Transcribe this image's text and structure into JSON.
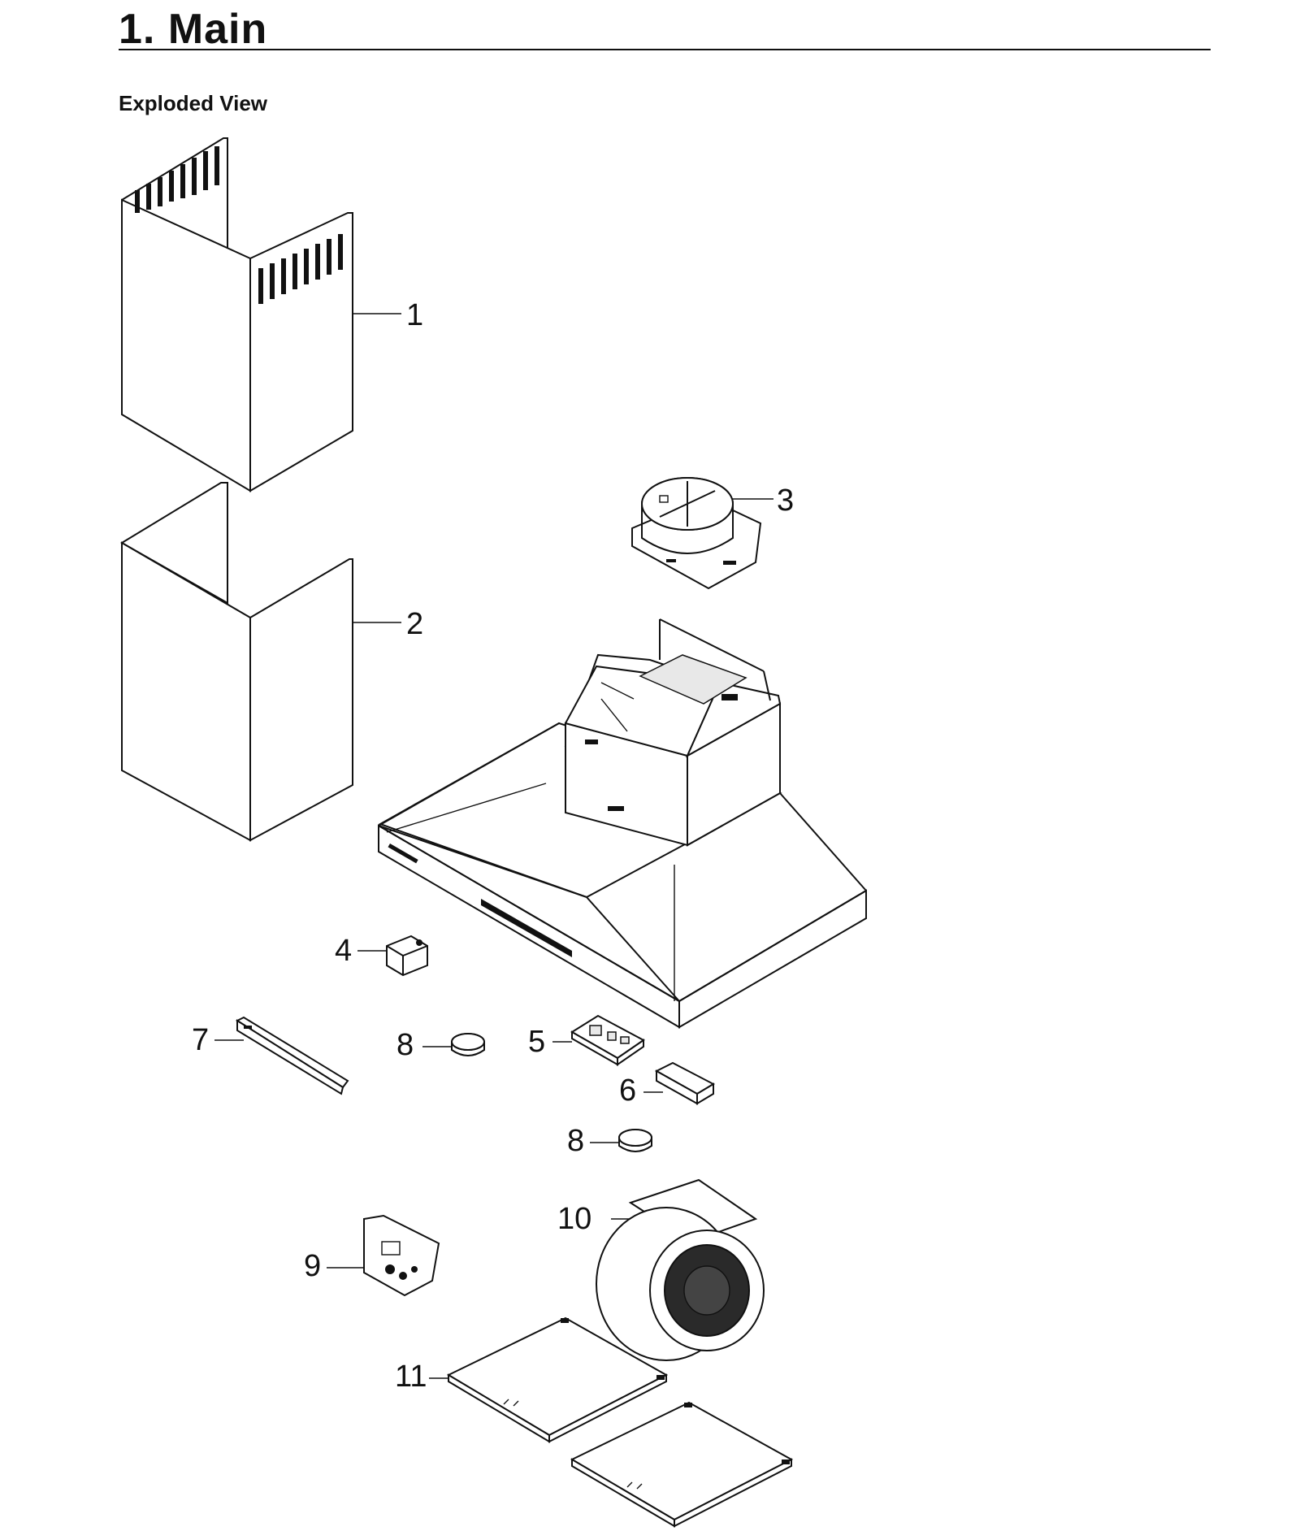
{
  "header": {
    "title": "1.  Main",
    "subtitle": "Exploded View"
  },
  "callouts": [
    "1",
    "2",
    "3",
    "4",
    "5",
    "6",
    "7",
    "8",
    "8",
    "9",
    "10",
    "11"
  ]
}
